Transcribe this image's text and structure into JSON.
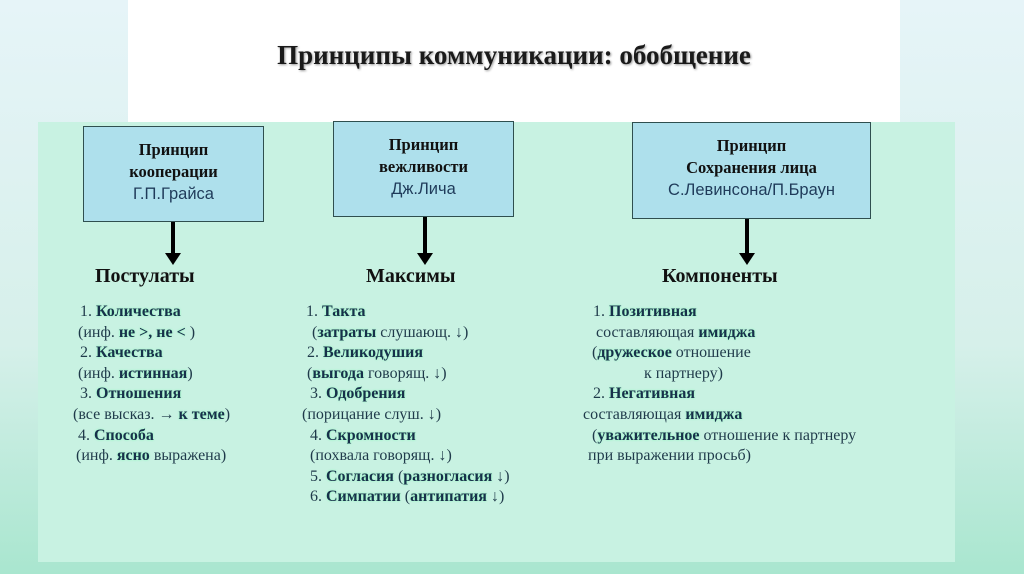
{
  "title": "Принципы коммуникации: обобщение",
  "boxes": [
    {
      "l1": "Принцип",
      "l2": "кооперации",
      "who": "Г.П.Грайса"
    },
    {
      "l1": "Принцип",
      "l2": "вежливости",
      "who": "Дж.Лича"
    },
    {
      "l1": "Принцип",
      "l2": "Сохранения лица",
      "who": "С.Левинсона/П.Браун"
    }
  ],
  "headings": [
    "Постулаты",
    "Максимы",
    "Компоненты"
  ],
  "columns": [
    [
      [
        {
          "t": "1. ",
          "b": 0
        },
        {
          "t": "Количества",
          "b": 1
        }
      ],
      [
        {
          "t": "(инф. ",
          "b": 0
        },
        {
          "t": "не >, не <",
          "b": 1
        },
        {
          "t": " )",
          "b": 0
        }
      ],
      [
        {
          "t": "2. ",
          "b": 0
        },
        {
          "t": "Качества",
          "b": 1
        }
      ],
      [
        {
          "t": "(инф. ",
          "b": 0
        },
        {
          "t": "истинная",
          "b": 1
        },
        {
          "t": ")",
          "b": 0
        }
      ],
      [
        {
          "t": "3. ",
          "b": 0
        },
        {
          "t": "Отношения",
          "b": 1
        }
      ],
      [
        {
          "t": "(все высказ. → ",
          "b": 0
        },
        {
          "t": "к теме",
          "b": 1
        },
        {
          "t": ")",
          "b": 0
        }
      ],
      [
        {
          "t": "4. ",
          "b": 0
        },
        {
          "t": "Способа",
          "b": 1
        }
      ],
      [
        {
          "t": "(инф. ",
          "b": 0
        },
        {
          "t": "ясно",
          "b": 1
        },
        {
          "t": " выражена)",
          "b": 0
        }
      ]
    ],
    [
      [
        {
          "t": "1. ",
          "b": 0
        },
        {
          "t": "Такта",
          "b": 1
        }
      ],
      [
        {
          "t": "(",
          "b": 0
        },
        {
          "t": "затраты",
          "b": 1
        },
        {
          "t": " слушающ. ↓)",
          "b": 0
        }
      ],
      [
        {
          "t": "2. ",
          "b": 0
        },
        {
          "t": "Великодушия",
          "b": 1
        }
      ],
      [
        {
          "t": "(",
          "b": 0
        },
        {
          "t": "выгода",
          "b": 1
        },
        {
          "t": " говорящ. ↓)",
          "b": 0
        }
      ],
      [
        {
          "t": "3. ",
          "b": 0
        },
        {
          "t": "Одобрения",
          "b": 1
        }
      ],
      [
        {
          "t": "(порицание слуш. ↓)",
          "b": 0
        }
      ],
      [
        {
          "t": "4. ",
          "b": 0
        },
        {
          "t": "Скромности",
          "b": 1
        }
      ],
      [
        {
          "t": "(похвала говорящ. ↓)",
          "b": 0
        }
      ],
      [
        {
          "t": "5. ",
          "b": 0
        },
        {
          "t": "Согласия",
          "b": 1
        },
        {
          "t": " (",
          "b": 0
        },
        {
          "t": "разногласия",
          "b": 1
        },
        {
          "t": " ↓)",
          "b": 0
        }
      ],
      [
        {
          "t": "6. ",
          "b": 0
        },
        {
          "t": "Симпатии",
          "b": 1
        },
        {
          "t": " (",
          "b": 0
        },
        {
          "t": "антипатия",
          "b": 1
        },
        {
          "t": " ↓)",
          "b": 0
        }
      ]
    ],
    [
      [
        {
          "t": "1. ",
          "b": 0
        },
        {
          "t": "Позитивная",
          "b": 1
        }
      ],
      [
        {
          "t": "составляющая ",
          "b": 0
        },
        {
          "t": "имиджа",
          "b": 1
        }
      ],
      [
        {
          "t": "(",
          "b": 0
        },
        {
          "t": "дружеское",
          "b": 1
        },
        {
          "t": " отношение",
          "b": 0
        }
      ],
      [
        {
          "t": "к партнеру)",
          "b": 0
        }
      ],
      [
        {
          "t": "2. ",
          "b": 0
        },
        {
          "t": "Негативная",
          "b": 1
        }
      ],
      [
        {
          "t": "составляющая ",
          "b": 0
        },
        {
          "t": "имиджа",
          "b": 1
        }
      ],
      [
        {
          "t": "(",
          "b": 0
        },
        {
          "t": "уважительное",
          "b": 1
        },
        {
          "t": "  отношение к партнеру",
          "b": 0
        }
      ],
      [
        {
          "t": "при выражении просьб)",
          "b": 0
        }
      ]
    ]
  ]
}
